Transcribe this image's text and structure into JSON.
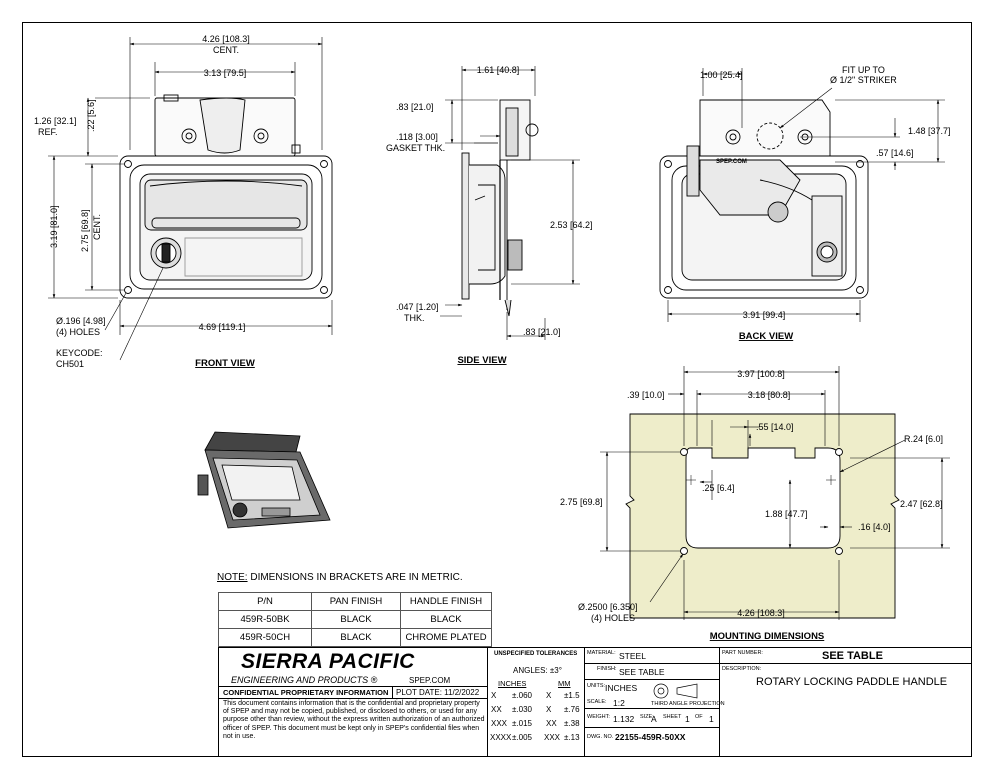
{
  "labels": {
    "front_view": "FRONT VIEW",
    "side_view": "SIDE VIEW",
    "back_view": "BACK VIEW",
    "mounting_dimensions": "MOUNTING DIMENSIONS",
    "keycode_1": "KEYCODE:",
    "keycode_2": "CH501",
    "holes_front_1": "Ø.196 [4.98]",
    "holes_front_2": "(4) HOLES",
    "gasket_1": ".118 [3.00]",
    "gasket_2": "GASKET THK.",
    "thk_1": ".047 [1.20]",
    "thk_2": "THK.",
    "fit_1": "FIT UP TO",
    "fit_2": "Ø 1/2\" STRIKER",
    "ref": "REF.",
    "cent": "CENT.",
    "holes_mount_1": "Ø.2500 [6.350]",
    "holes_mount_2": "(4) HOLES",
    "spep": "SPEP.COM"
  },
  "dimensions": {
    "front_426": "4.26 [108.3]",
    "front_313": "3.13 [79.5]",
    "front_126": "1.26 [32.1]",
    "front_22": ".22 [5.6]",
    "front_319": "3.19 [81.0]",
    "front_275": "2.75 [69.8]",
    "front_469": "4.69 [119.1]",
    "side_161": "1.61 [40.8]",
    "side_83top": ".83 [21.0]",
    "side_253": "2.53 [64.2]",
    "side_83bot": ".83 [21.0]",
    "back_100": "1.00 [25.4]",
    "back_148": "1.48 [37.7]",
    "back_57": ".57 [14.6]",
    "back_391": "3.91 [99.4]",
    "mount_397": "3.97 [100.8]",
    "mount_39": ".39 [10.0]",
    "mount_318": "3.18 [80.8]",
    "mount_55": ".55 [14.0]",
    "mount_r24": "R.24 [6.0]",
    "mount_275": "2.75 [69.8]",
    "mount_247": "2.47 [62.8]",
    "mount_25": ".25 [6.4]",
    "mount_188": "1.88 [47.7]",
    "mount_16": ".16 [4.0]",
    "mount_426": "4.26 [108.3]"
  },
  "note": {
    "prefix": "NOTE:",
    "text": " DIMENSIONS IN BRACKETS ARE IN METRIC."
  },
  "pn_table": {
    "headers": [
      "P/N",
      "PAN FINISH",
      "HANDLE FINISH"
    ],
    "rows": [
      [
        "459R-50BK",
        "BLACK",
        "BLACK"
      ],
      [
        "459R-50CH",
        "BLACK",
        "CHROME PLATED"
      ]
    ]
  },
  "title_block": {
    "company": "SIERRA PACIFIC",
    "company_sub": "ENGINEERING AND PRODUCTS ®",
    "website": "SPEP.COM",
    "confidential": "CONFIDENTIAL PROPRIETARY INFORMATION",
    "plot_date": "PLOT DATE: 11/2/2022",
    "disclaimer": "This document contains information that is the confidential and proprietary property of SPEP and may not be copied, published, or disclosed to others, or used for any purpose  other than review, without the express written authorization of an authorized officer of SPEP. This document must be kept only in SPEP's confidential files when not in use.",
    "tol_title": "UNSPECIFIED TOLERANCES",
    "angles": "ANGLES: ±3°",
    "inches": "INCHES",
    "mm": "MM",
    "tolerances": [
      [
        "X",
        "±.060",
        "X",
        "±1.5"
      ],
      [
        "XX",
        "±.030",
        "X",
        "±.76"
      ],
      [
        "XXX",
        "±.015",
        "XX",
        "±.38"
      ],
      [
        "XXXX",
        "±.005",
        "XXX",
        "±.13"
      ]
    ],
    "material_lbl": "MATERIAL:",
    "material": "STEEL",
    "finish_lbl": "FINISH:",
    "finish": "SEE TABLE",
    "units_lbl": "UNITS:",
    "units": "INCHES",
    "scale_lbl": "SCALE:",
    "scale": "1:2",
    "projection": "THIRD ANGLE PROJECTION",
    "weight_lbl": "WEIGHT:",
    "weight": "1.132",
    "size_lbl": "SIZE:",
    "size": "A",
    "sheet_lbl": "SHEET",
    "sheet": "1",
    "of_lbl": "OF",
    "of": "1",
    "dwg_lbl": "DWG. NO.",
    "dwg": "22155-459R-50XX",
    "part_lbl": "PART NUMBER:",
    "part": "SEE TABLE",
    "desc_lbl": "DESCRIPTION:",
    "desc": "ROTARY LOCKING PADDLE HANDLE"
  }
}
